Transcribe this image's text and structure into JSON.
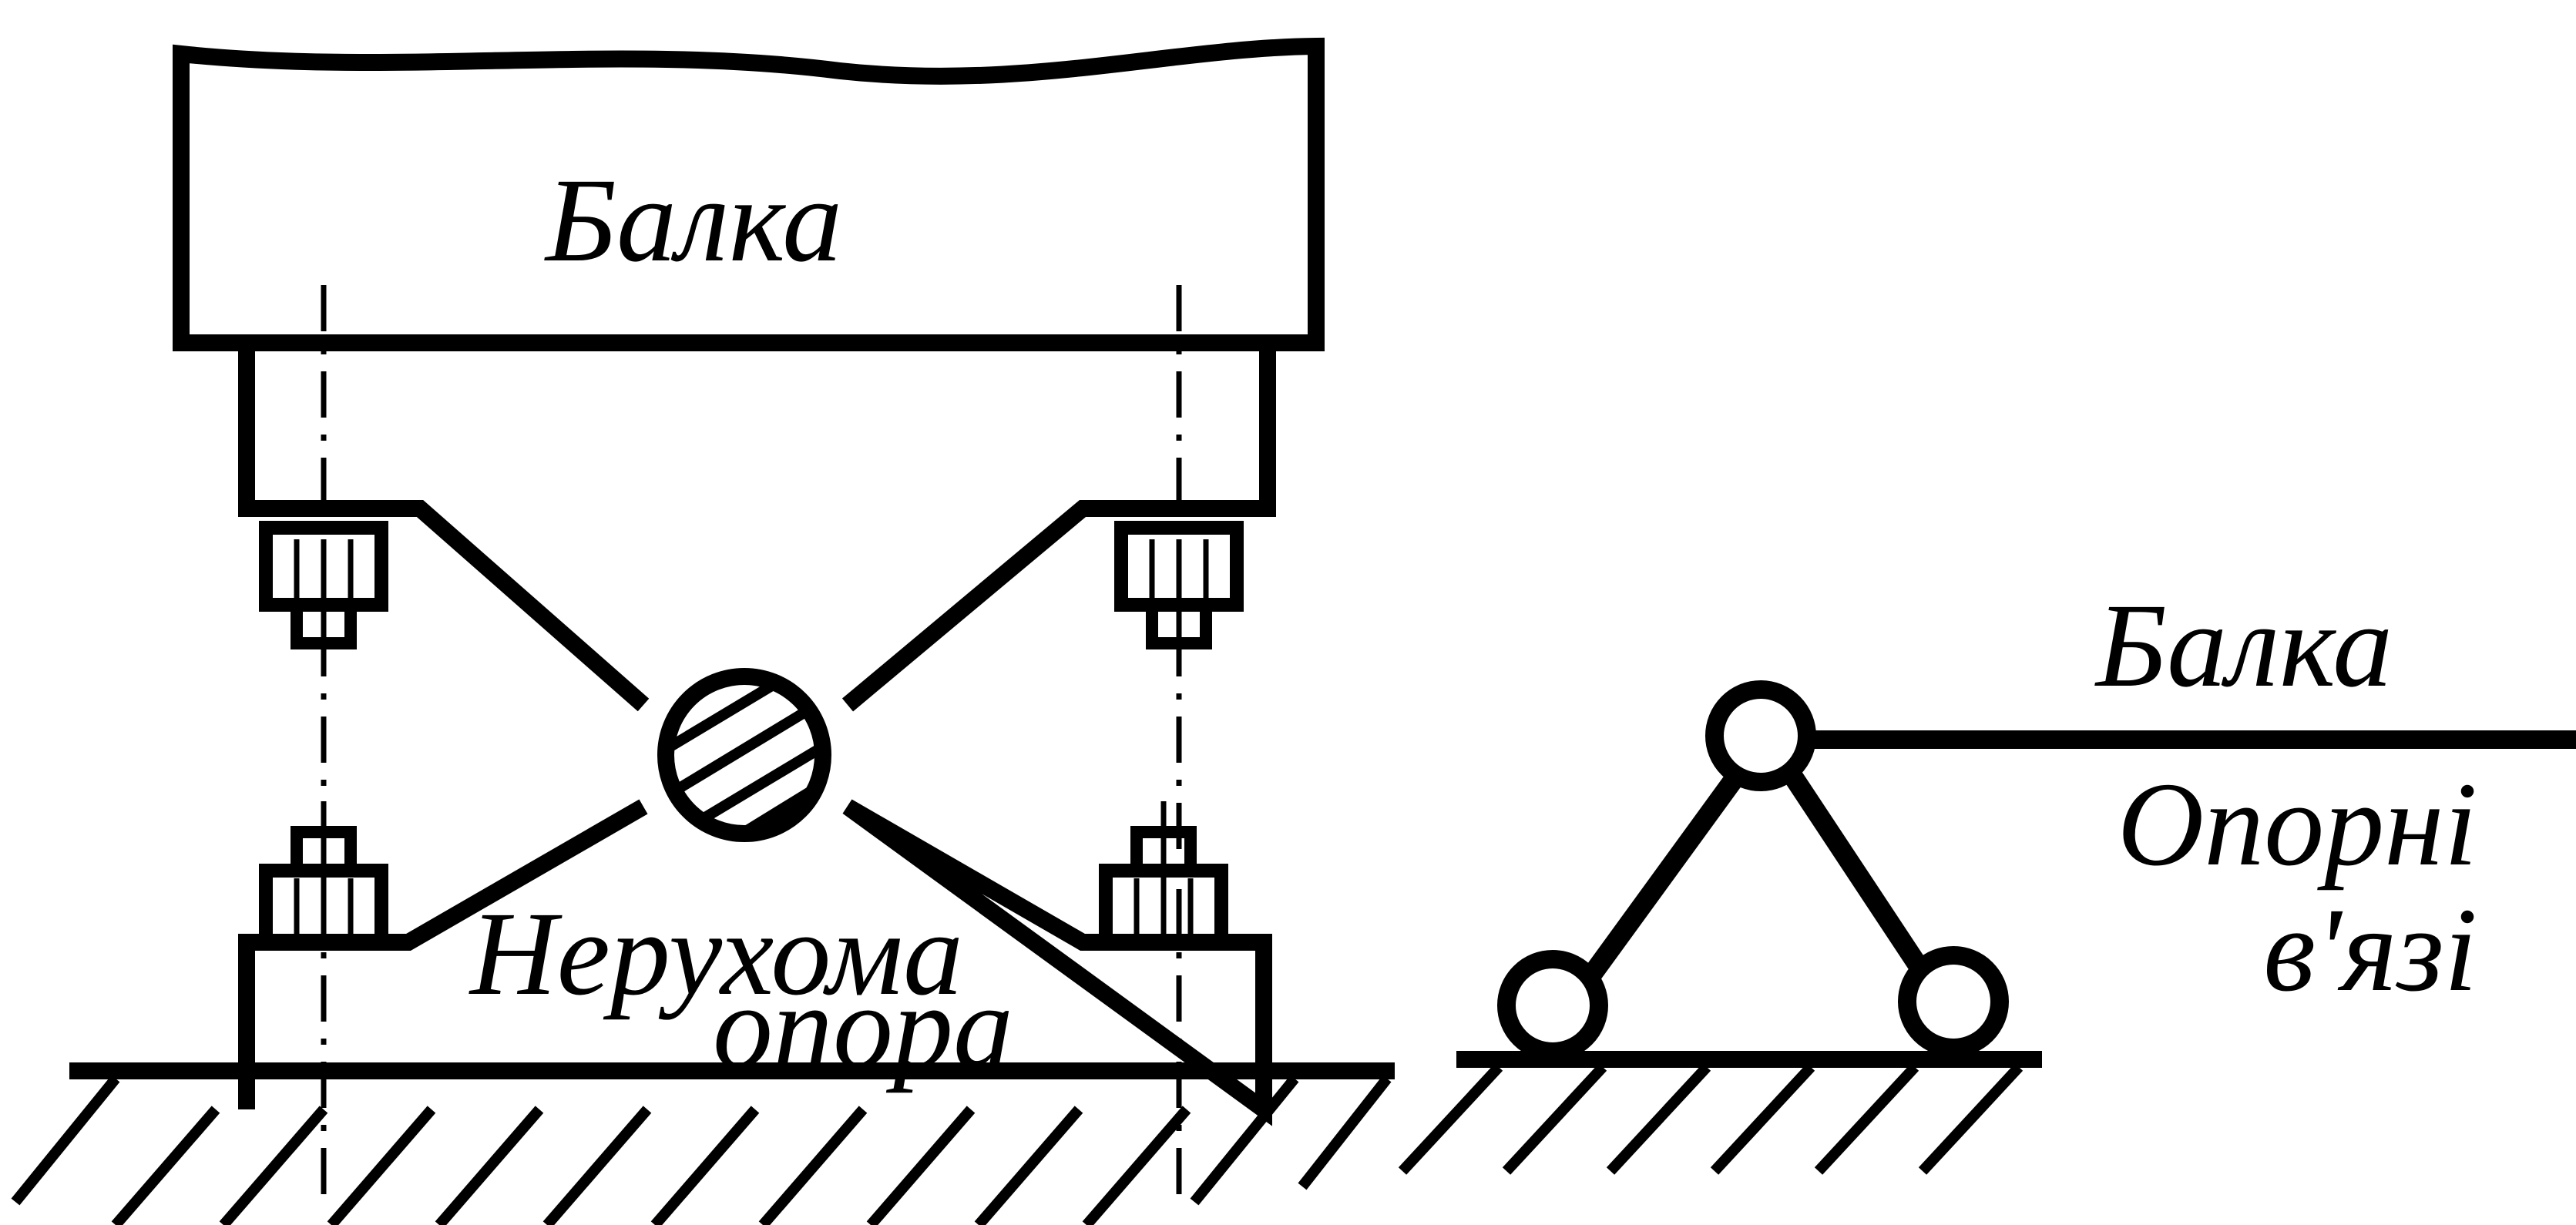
{
  "labels": {
    "beam_top": "Балка",
    "fixed_support_line1": "Нерухома",
    "fixed_support_line2": "опора",
    "beam_right": "Балка",
    "support_links_line1": "Опорні",
    "support_links_line2": "в'язі"
  },
  "colors": {
    "ink": "#000000",
    "paper": "#ffffff"
  }
}
